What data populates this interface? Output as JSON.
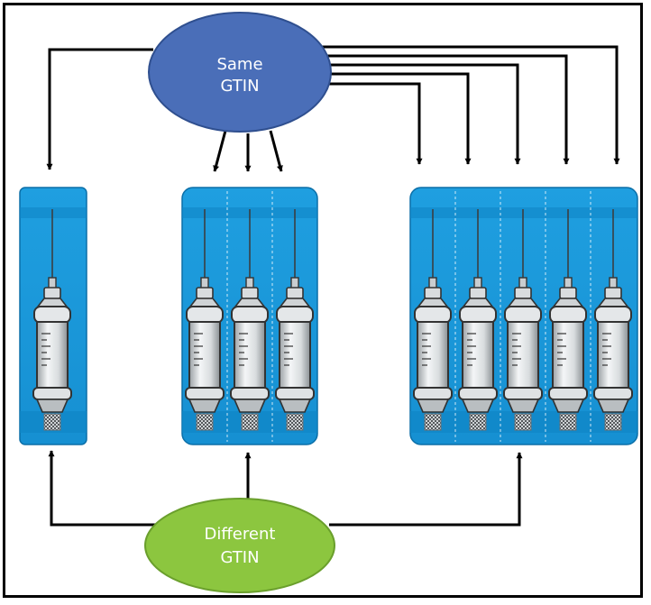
{
  "diagram": {
    "same_gtin": {
      "line1": "Same",
      "line2": "GTIN"
    },
    "different_gtin": {
      "line1": "Different",
      "line2": "GTIN"
    },
    "packages": [
      {
        "name": "single-pack",
        "syringe_count": 1
      },
      {
        "name": "three-pack",
        "syringe_count": 3
      },
      {
        "name": "five-pack",
        "syringe_count": 5
      }
    ],
    "colors": {
      "same_ellipse": "#4a6eb8",
      "different_ellipse": "#8cc63f",
      "package_blue": "#1a96d8",
      "arrow": "#000000"
    }
  }
}
